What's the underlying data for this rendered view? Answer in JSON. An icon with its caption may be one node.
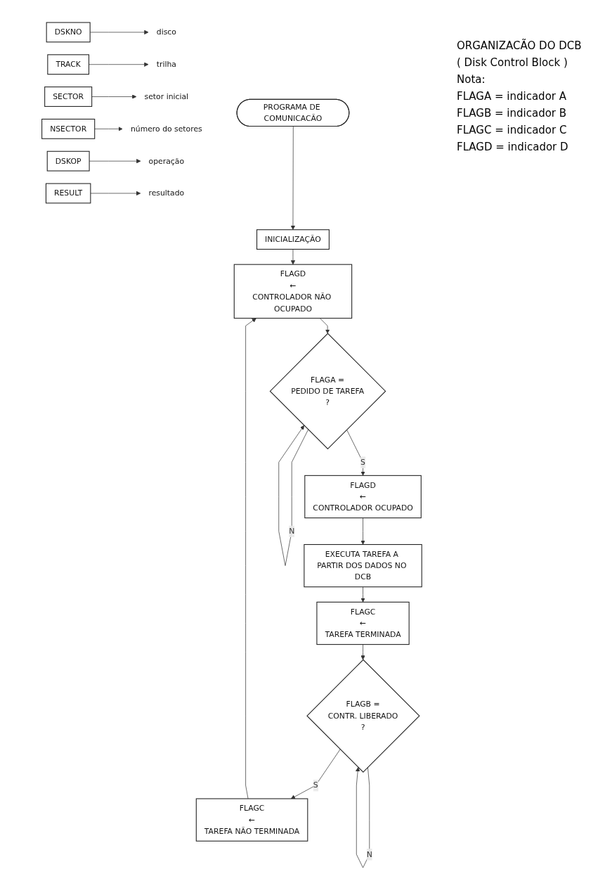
{
  "diagram": {
    "nodes": [
      {
        "text": [
          "PROGRAMA DE COMUNICACÃO"
        ]
      },
      {
        "text": [
          "INICIALIZAÇÃO"
        ]
      },
      {
        "text": [
          "FLAGD",
          "←",
          "CONTROLADOR NÃO OCUPADO"
        ]
      },
      {
        "text": [
          "FLAGA =",
          "PEDIDO DE TAREFA",
          "?"
        ]
      },
      {
        "text": [
          "FLAGD",
          "←",
          "CONTROLADOR OCUPADO"
        ]
      },
      {
        "text": [
          "EXECUTA TAREFA A PARTIR DOS DADOS NO DCB"
        ]
      },
      {
        "text": [
          "FLAGC",
          "←",
          "TAREFA TERMINADA"
        ]
      },
      {
        "text": [
          "FLAGB =",
          "CONTR. LIBERADO",
          "?"
        ]
      },
      {
        "text": [
          "FLAGC",
          "←",
          "TAREFA NÃO TERMINADA"
        ]
      },
      {
        "text": [
          "DSKNO"
        ]
      },
      {
        "text": [
          "TRACK"
        ]
      },
      {
        "text": [
          "SECTOR"
        ]
      },
      {
        "text": [
          "NSECTOR"
        ]
      },
      {
        "text": [
          "DSKOP"
        ]
      },
      {
        "text": [
          "RESULT"
        ]
      },
      {
        "text": [
          "disco"
        ]
      },
      {
        "text": [
          "trilha"
        ]
      },
      {
        "text": [
          "setor inicial"
        ]
      },
      {
        "text": [
          "número do setores"
        ]
      },
      {
        "text": [
          "operação"
        ]
      },
      {
        "text": [
          "resultado"
        ]
      }
    ],
    "edges": [
      {
        "from": 0,
        "to": 1,
        "arrow": "to"
      },
      {
        "from": 1,
        "to": 2,
        "arrow": "to"
      },
      {
        "from": 2,
        "to": 3,
        "arrow": "to"
      },
      {
        "from": 3,
        "to": 3,
        "arrow": "to",
        "label": "N"
      },
      {
        "from": 3,
        "to": 4,
        "arrow": "to",
        "label": "S"
      },
      {
        "from": 4,
        "to": 5,
        "arrow": "to"
      },
      {
        "from": 5,
        "to": 6,
        "arrow": "to"
      },
      {
        "from": 6,
        "to": 7,
        "arrow": "to"
      },
      {
        "from": 7,
        "to": 7,
        "arrow": "to",
        "label": "N"
      },
      {
        "from": 7,
        "to": 8,
        "arrow": "to",
        "label": "S"
      },
      {
        "from": 8,
        "to": 2,
        "arrow": "to"
      },
      {
        "from": 9,
        "to": 15,
        "arrow": "to"
      },
      {
        "from": 10,
        "to": 16,
        "arrow": "to"
      },
      {
        "from": 11,
        "to": 17,
        "arrow": "to"
      },
      {
        "from": 12,
        "to": 18,
        "arrow": "to"
      },
      {
        "from": 13,
        "to": 19,
        "arrow": "to"
      },
      {
        "from": 14,
        "to": 20,
        "arrow": "to"
      }
    ],
    "labels": [
      "ORGANIZACÃO DO DCB",
      "( Disk Control Block )",
      "Nota:",
      "FLAGA = indicador A",
      "FLAGB = indicador B",
      "FLAGC = indicador C",
      "FLAGD = indicador D"
    ]
  }
}
